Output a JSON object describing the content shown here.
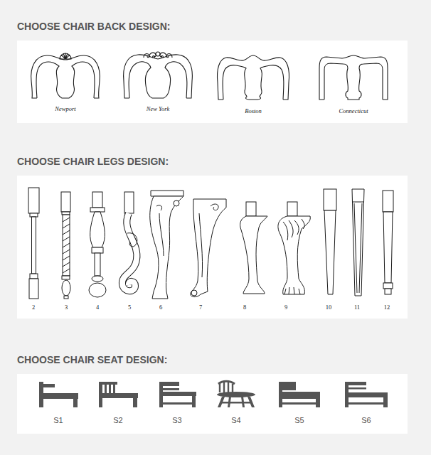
{
  "diagram": {
    "nodes": [
      {
        "text": [
          "CHOOSE CHAIR BACK DESIGN:"
        ]
      },
      {
        "text": [
          "CHOOSE CHAIR LEGS DESIGN:"
        ]
      },
      {
        "text": [
          "CHOOSE CHAIR SEAT DESIGN:"
        ]
      }
    ],
    "labels": [
      "Newport",
      "New York",
      "Boston",
      "Connecticut",
      "2",
      "3",
      "4",
      "5",
      "6",
      "7",
      "8",
      "9",
      "10",
      "11",
      "12",
      "S1",
      "S2",
      "S3",
      "S4",
      "S5",
      "S6"
    ]
  }
}
